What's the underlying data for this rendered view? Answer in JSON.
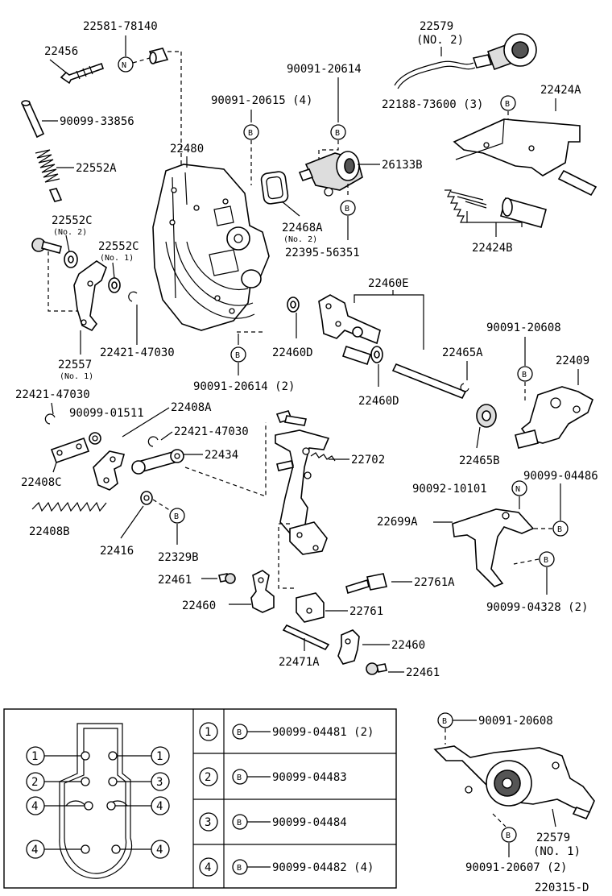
{
  "diagram_id": "220315-D",
  "markers": {
    "B": "B",
    "N": "N"
  },
  "labels": {
    "p22581": "22581-78140",
    "p22456": "22456",
    "p90099_33856": "90099-33856",
    "p22552A": "22552A",
    "p22552C_a": "22552C",
    "p22552C_a_sub": "(No. 2)",
    "p22552C_b": "22552C",
    "p22552C_b_sub": "(No. 1)",
    "p22557": "22557",
    "p22557_sub": "(No. 1)",
    "p22421_a": "22421-47030",
    "p22480": "22480",
    "p90091_20615": "90091-20615 (4)",
    "p90091_20614_top": "90091-20614",
    "p26133B": "26133B",
    "p22468A": "22468A",
    "p22468A_sub": "(No. 2)",
    "p22395": "22395-56351",
    "p22579_top": "22579",
    "p22579_top_sub": "(NO. 2)",
    "p22188": "22188-73600 (3)",
    "p22424A": "22424A",
    "p22424B": "22424B",
    "p22460E": "22460E",
    "p22460D_a": "22460D",
    "p22460D_b": "22460D",
    "p90091_20614_2": "90091-20614 (2)",
    "p22465A": "22465A",
    "p22465B": "22465B",
    "p90091_20608_r": "90091-20608",
    "p22409": "22409",
    "p22421_b": "22421-47030",
    "p90099_01511": "90099-01511",
    "p22408A": "22408A",
    "p22421_c": "22421-47030",
    "p22434": "22434",
    "p22702": "22702",
    "p22408C": "22408C",
    "p22408B": "22408B",
    "p22416": "22416",
    "p22329B": "22329B",
    "p90092_10101": "90092-10101",
    "p90099_04486": "90099-04486",
    "p22699A": "22699A",
    "p22461_a": "22461",
    "p22761A": "22761A",
    "p22460_a": "22460",
    "p22761": "22761",
    "p90099_04328": "90099-04328 (2)",
    "p22460_b": "22460",
    "p22471A": "22471A",
    "p22461_b": "22461"
  },
  "legend": {
    "rows": [
      {
        "num": "1",
        "part": "90099-04481 (2)"
      },
      {
        "num": "2",
        "part": "90099-04483"
      },
      {
        "num": "3",
        "part": "90099-04484"
      },
      {
        "num": "4",
        "part": "90099-04482 (4)"
      }
    ],
    "face_nums": [
      "1",
      "1",
      "2",
      "3",
      "4",
      "4",
      "4",
      "4"
    ]
  },
  "inset": {
    "p90091_20608": "90091-20608",
    "p22579": "22579",
    "p22579_sub": "(NO. 1)",
    "p90091_20607": "90091-20607 (2)"
  }
}
